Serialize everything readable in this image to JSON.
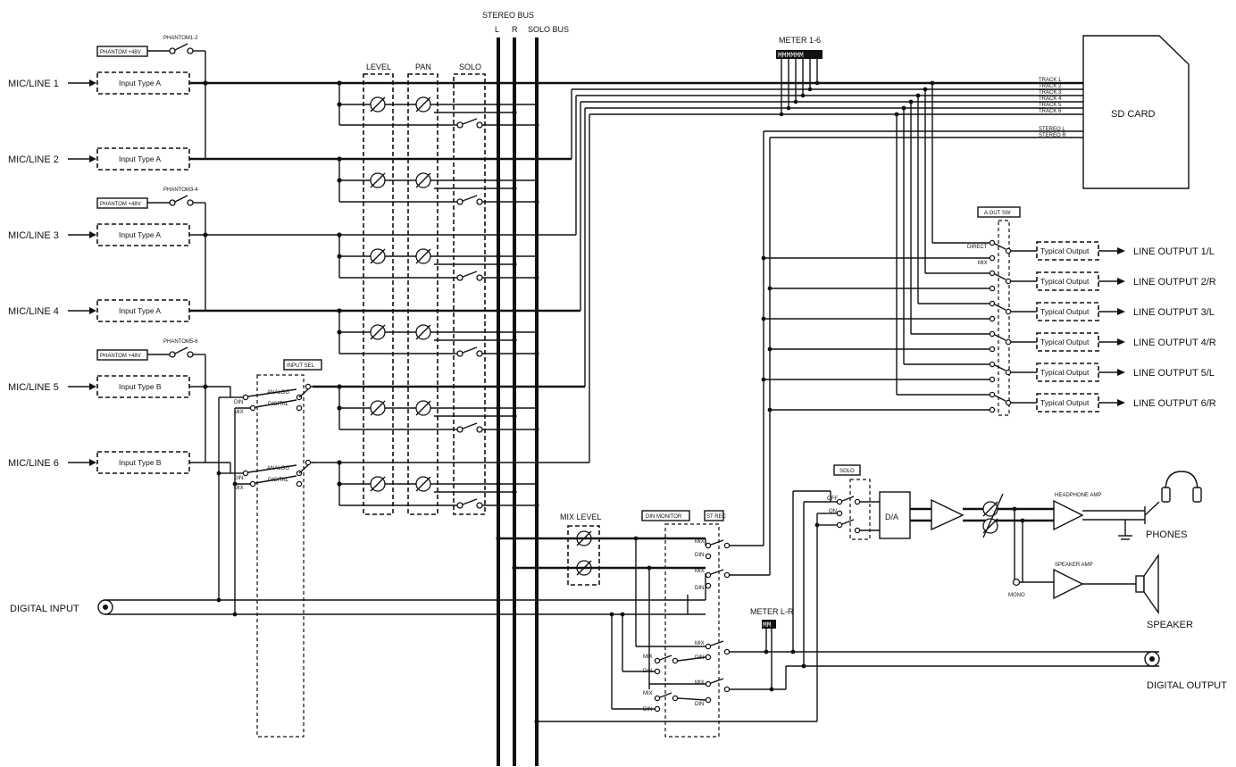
{
  "inputs": [
    {
      "label": "MIC/LINE 1",
      "type": "Input Type A"
    },
    {
      "label": "MIC/LINE 2",
      "type": "Input Type A"
    },
    {
      "label": "MIC/LINE 3",
      "type": "Input Type A"
    },
    {
      "label": "MIC/LINE 4",
      "type": "Input Type A"
    },
    {
      "label": "MIC/LINE 5",
      "type": "Input Type B"
    },
    {
      "label": "MIC/LINE 6",
      "type": "Input Type B"
    }
  ],
  "phantom": [
    {
      "box": "PHANTOM +48V",
      "switch": "PHANTOM1-2"
    },
    {
      "box": "PHANTOM +48V",
      "switch": "PHANTOM3-4"
    },
    {
      "box": "PHANTOM +48V",
      "switch": "PHANTOM5-6"
    }
  ],
  "sections": {
    "level": "LEVEL",
    "pan": "PAN",
    "solo": "SOLO",
    "input_sel": "INPUT SEL",
    "analog": "ANALOG",
    "digital": "DIGITAL",
    "din": "DIN",
    "mix": "MIX"
  },
  "buses": {
    "stereo": "STEREO BUS",
    "l": "L",
    "r": "R",
    "solo": "SOLO BUS"
  },
  "meters": {
    "meter16": "METER 1-6",
    "meter16_m": "MMMMMM",
    "meterlr": "METER L-R",
    "meterlr_m": "MM"
  },
  "sdcard": {
    "label": "SD CARD",
    "tracks": [
      "TRACK 1",
      "TRACK 2",
      "TRACK 3",
      "TRACK 4",
      "TRACK 5",
      "TRACK 6"
    ],
    "stereo": [
      "STEREO L",
      "STEREO R"
    ]
  },
  "outputs": {
    "sw": "A.OUT SW",
    "direct": "DIRECT",
    "mix": "MIX",
    "typical": "Typical Output",
    "lines": [
      "LINE OUTPUT 1/L",
      "LINE OUTPUT 2/R",
      "LINE OUTPUT 3/L",
      "LINE OUTPUT 4/R",
      "LINE OUTPUT 5/L",
      "LINE OUTPUT 6/R"
    ]
  },
  "monitor": {
    "mix_level": "MIX LEVEL",
    "din_monitor": "DIN MONITOR",
    "st_rec": "ST REC",
    "mix": "MIX",
    "din": "DIN",
    "solo": "SOLO",
    "off": "OFF",
    "on": "ON",
    "da": "D/A",
    "headphone_amp": "HEADPHONE AMP",
    "speaker_amp": "SPEAKER AMP",
    "mono": "MONO",
    "phones": "PHONES",
    "speaker": "SPEAKER"
  },
  "io": {
    "digital_input": "DIGITAL INPUT",
    "digital_output": "DIGITAL OUTPUT"
  }
}
